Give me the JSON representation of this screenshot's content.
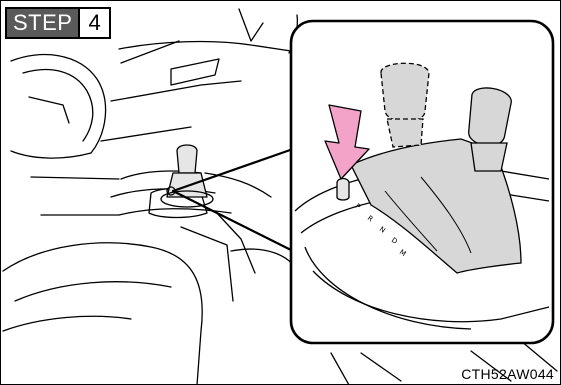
{
  "step": {
    "word": "STEP",
    "number": "4"
  },
  "figure_code": "CTH52AW044",
  "colors": {
    "badge_fill": "#5a5a5a",
    "highlight_arrow": "#f2a3c7",
    "boot_fill": "#d7d7d7",
    "line": "#000000"
  },
  "icons": {
    "arrow": "down-arrow-icon",
    "button": "shift-lock-release-button"
  }
}
